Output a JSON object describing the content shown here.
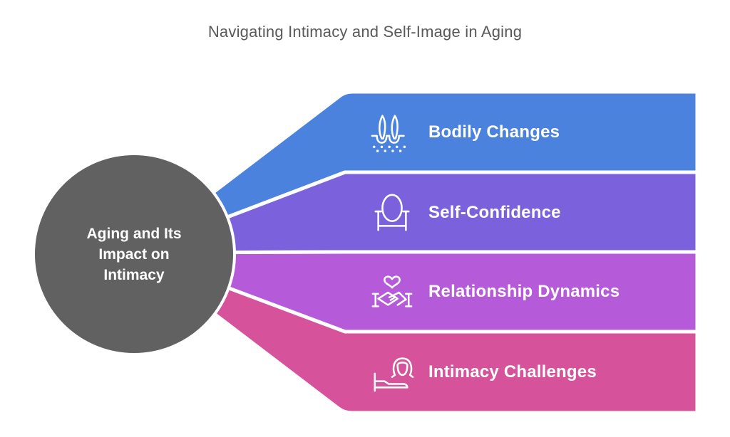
{
  "title": "Navigating Intimacy and Self-Image in Aging",
  "center_node": {
    "label": "Aging and Its Impact on Intimacy",
    "lines": [
      "Aging and Its",
      "Impact on",
      "Intimacy"
    ],
    "color": "#616161",
    "text_color": "#ffffff"
  },
  "separator_color": "#ffffff",
  "branches": [
    {
      "label": "Bodily Changes",
      "color": "#4a82de",
      "icon": "skin-hair-icon"
    },
    {
      "label": "Self-Confidence",
      "color": "#7b62dc",
      "icon": "mirror-icon"
    },
    {
      "label": "Relationship Dynamics",
      "color": "#b55ad8",
      "icon": "handshake-heart-icon"
    },
    {
      "label": "Intimacy Challenges",
      "color": "#d6529a",
      "icon": "person-bed-icon"
    }
  ]
}
